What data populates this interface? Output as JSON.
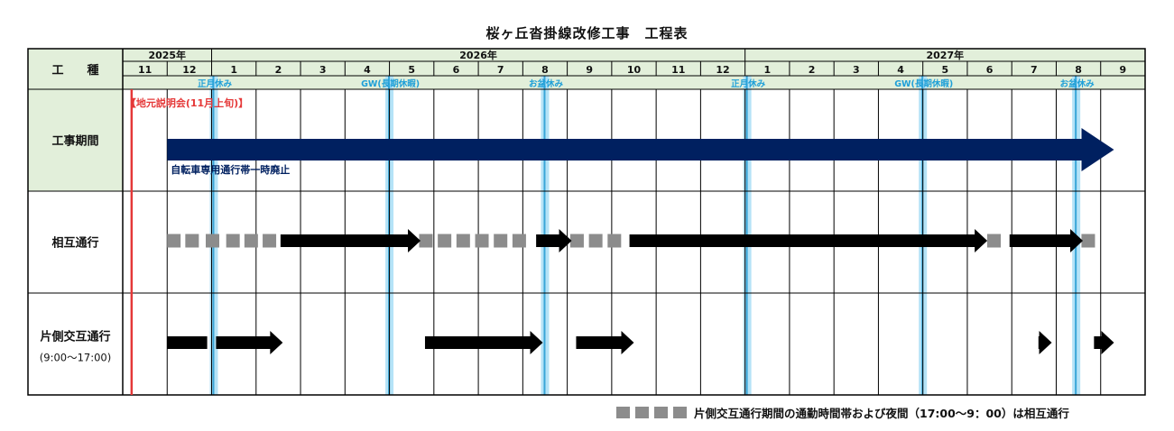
{
  "chart_data": {
    "type": "table",
    "title": "桜ヶ丘沓掛線改修工事　工程表",
    "header": {
      "category_label": "工　　種",
      "years": [
        {
          "label": "2025年",
          "start": 0,
          "span": 2
        },
        {
          "label": "2026年",
          "start": 2,
          "span": 12
        },
        {
          "label": "2027年",
          "start": 14,
          "span": 9
        }
      ],
      "months": [
        "11",
        "12",
        "1",
        "2",
        "3",
        "4",
        "5",
        "6",
        "7",
        "8",
        "9",
        "10",
        "11",
        "12",
        "1",
        "2",
        "3",
        "4",
        "5",
        "6",
        "7",
        "8",
        "9"
      ],
      "holidays": [
        {
          "label": "正月休み",
          "pos": 2.05
        },
        {
          "label": "GW(長期休暇)",
          "pos": 6.0
        },
        {
          "label": "お盆休み",
          "pos": 9.5
        },
        {
          "label": "正月休み",
          "pos": 14.05
        },
        {
          "label": "GW(長期休暇)",
          "pos": 18.0
        },
        {
          "label": "お盆休み",
          "pos": 21.45
        }
      ]
    },
    "rows": [
      {
        "label": "工事期間",
        "sublabel": ""
      },
      {
        "label": "相互通行",
        "sublabel": ""
      },
      {
        "label": "片側交互通行",
        "sublabel": "(9:00～17:00)"
      }
    ],
    "notes": {
      "meeting": "【地元説明会(11月上旬)】",
      "meeting_pos": 0.2,
      "bike_lane": "自転車専用通行帯一時廃止"
    },
    "construction_period": {
      "start": 1.0,
      "end": 22.3
    },
    "two_way_gray": [
      1.15,
      1.56,
      2.02,
      2.48,
      2.89,
      3.3,
      6.82,
      7.24,
      7.66,
      8.08,
      8.5,
      8.92,
      10.22,
      10.64,
      11.06,
      19.6,
      21.72
    ],
    "two_way_arrows": [
      [
        3.55,
        6.7
      ],
      [
        9.3,
        10.1
      ],
      [
        11.4,
        19.45
      ],
      [
        19.95,
        21.6
      ]
    ],
    "one_way_bars": [
      [
        1.0,
        1.9
      ]
    ],
    "one_way_arrows": [
      [
        2.1,
        3.6
      ],
      [
        6.8,
        9.45
      ],
      [
        10.2,
        11.5
      ],
      [
        20.6,
        20.9
      ],
      [
        21.85,
        22.3
      ]
    ],
    "colors": {
      "header_bg": "#e2efda",
      "holiday": "#b5e3f7",
      "holiday_line": "#39a6d8",
      "navy": "#002060",
      "gray": "#8c8c8c",
      "red": "#e53838",
      "holiday_text": "#1e9fd8"
    }
  },
  "legend": {
    "text": "片側交互通行期間の通勤時間帯および夜間（17:00～9：00）は相互通行"
  }
}
